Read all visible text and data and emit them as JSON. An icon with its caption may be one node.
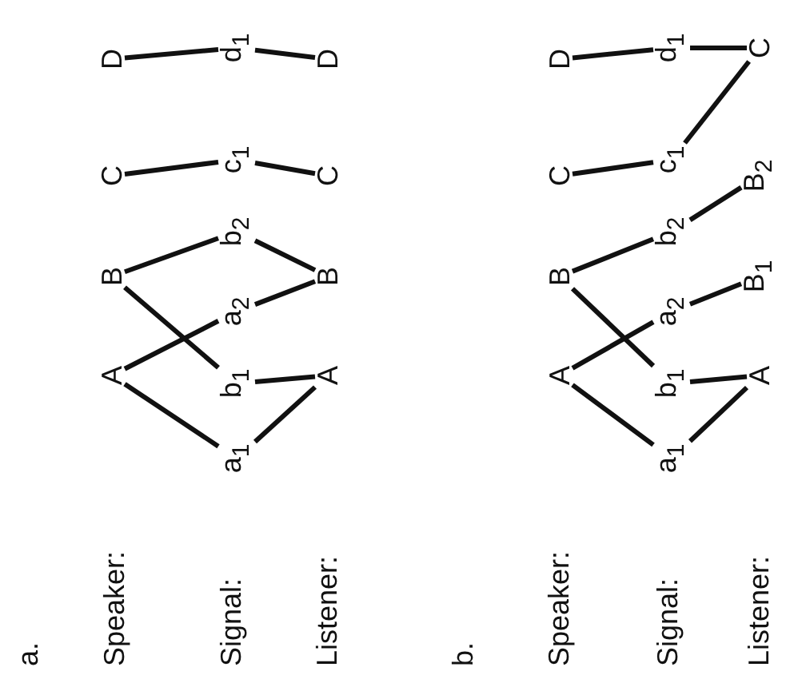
{
  "diagram": {
    "nodes": [
      {
        "text": [
          "A"
        ]
      },
      {
        "text": [
          "B"
        ]
      },
      {
        "text": [
          "C"
        ]
      },
      {
        "text": [
          "D"
        ]
      },
      {
        "text": [
          "a$_{1}$"
        ]
      },
      {
        "text": [
          "b$_{1}$"
        ]
      },
      {
        "text": [
          "a$_{2}$"
        ]
      },
      {
        "text": [
          "b$_{2}$"
        ]
      },
      {
        "text": [
          "c$_{1}$"
        ]
      },
      {
        "text": [
          "d$_{1}$"
        ]
      },
      {
        "text": [
          "A"
        ]
      },
      {
        "text": [
          "B"
        ]
      },
      {
        "text": [
          "C"
        ]
      },
      {
        "text": [
          "D"
        ]
      },
      {
        "text": [
          "A"
        ]
      },
      {
        "text": [
          "B"
        ]
      },
      {
        "text": [
          "C"
        ]
      },
      {
        "text": [
          "D"
        ]
      },
      {
        "text": [
          "a$_{1}$"
        ]
      },
      {
        "text": [
          "b$_{1}$"
        ]
      },
      {
        "text": [
          "a$_{2}$"
        ]
      },
      {
        "text": [
          "b$_{2}$"
        ]
      },
      {
        "text": [
          "c$_{1}$"
        ]
      },
      {
        "text": [
          "d$_{1}$"
        ]
      },
      {
        "text": [
          "A"
        ]
      },
      {
        "text": [
          "B$_{1}$"
        ]
      },
      {
        "text": [
          "B$_{2}$"
        ]
      },
      {
        "text": [
          "C"
        ]
      }
    ],
    "edges": [
      {
        "from": 0,
        "to": 4,
        "arrow": "none"
      },
      {
        "from": 0,
        "to": 6,
        "arrow": "none"
      },
      {
        "from": 1,
        "to": 5,
        "arrow": "none"
      },
      {
        "from": 1,
        "to": 7,
        "arrow": "none"
      },
      {
        "from": 2,
        "to": 8,
        "arrow": "none"
      },
      {
        "from": 3,
        "to": 9,
        "arrow": "none"
      },
      {
        "from": 4,
        "to": 10,
        "arrow": "none"
      },
      {
        "from": 5,
        "to": 10,
        "arrow": "none"
      },
      {
        "from": 6,
        "to": 11,
        "arrow": "none"
      },
      {
        "from": 7,
        "to": 11,
        "arrow": "none"
      },
      {
        "from": 8,
        "to": 12,
        "arrow": "none"
      },
      {
        "from": 9,
        "to": 13,
        "arrow": "none"
      },
      {
        "from": 14,
        "to": 18,
        "arrow": "none"
      },
      {
        "from": 14,
        "to": 20,
        "arrow": "none"
      },
      {
        "from": 15,
        "to": 19,
        "arrow": "none"
      },
      {
        "from": 15,
        "to": 21,
        "arrow": "none"
      },
      {
        "from": 16,
        "to": 22,
        "arrow": "none"
      },
      {
        "from": 17,
        "to": 23,
        "arrow": "none"
      },
      {
        "from": 18,
        "to": 24,
        "arrow": "none"
      },
      {
        "from": 19,
        "to": 24,
        "arrow": "none"
      },
      {
        "from": 20,
        "to": 25,
        "arrow": "none"
      },
      {
        "from": 21,
        "to": 26,
        "arrow": "none"
      },
      {
        "from": 22,
        "to": 27,
        "arrow": "none"
      },
      {
        "from": 23,
        "to": 27,
        "arrow": "none"
      }
    ],
    "labels": [
      "a.",
      "Speaker:",
      "Signal:",
      "Listener:",
      "b.",
      "Speaker:",
      "Signal:",
      "Listener:"
    ]
  }
}
